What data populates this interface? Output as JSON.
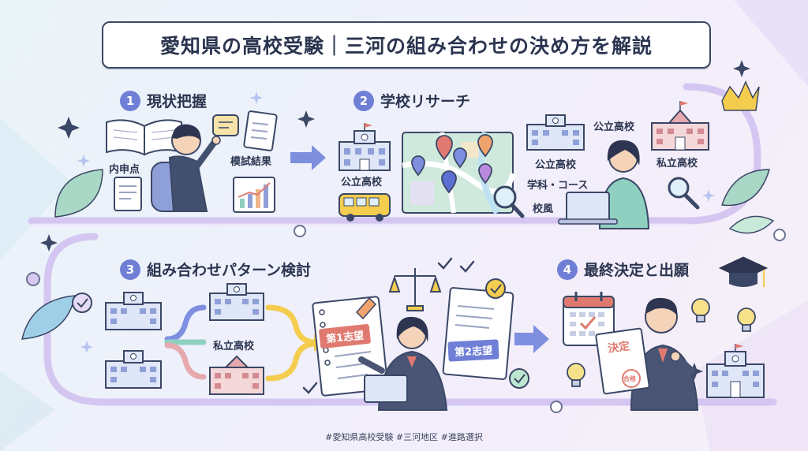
{
  "title": "愛知県の高校受験｜三河の組み合わせの決め方を解説",
  "steps": [
    {
      "num": "1",
      "label": "現状把握"
    },
    {
      "num": "2",
      "label": "学校リサーチ"
    },
    {
      "num": "3",
      "label": "組み合わせパターン検討"
    },
    {
      "num": "4",
      "label": "最終決定と出願"
    }
  ],
  "step1": {
    "naishinten": "内申点",
    "moshi": "模試結果"
  },
  "step2": {
    "public_left": "公立高校",
    "public_top": "公立高校",
    "public_mid": "公立高校",
    "course": "学科・コース",
    "school_culture": "校風",
    "private": "私立高校"
  },
  "step3": {
    "private": "私立高校",
    "first_choice": "第1志望",
    "second_choice": "第2志望"
  },
  "step4": {
    "decided": "決定",
    "pass_stamp": "合格"
  },
  "hashtags": "#愛知県高校受験 #三河地区 #進路選択",
  "colors": {
    "accent": "#6f7fd6",
    "path": "#c9b8ec",
    "title_border": "#3b4766",
    "first_tag": "#e07a70",
    "second_tag": "#6f7fd6"
  }
}
